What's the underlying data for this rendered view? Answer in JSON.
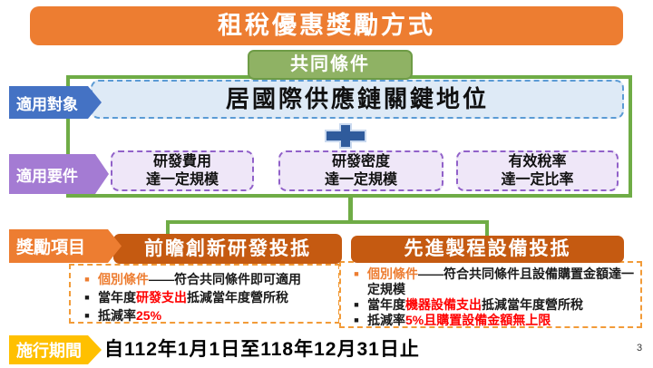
{
  "title": "租稅優惠獎勵方式",
  "common_condition_label": "共同條件",
  "target": {
    "label": "適用對象",
    "value": "居國際供應鏈關鍵地位"
  },
  "requirements": {
    "label": "適用要件",
    "items": [
      {
        "line1": "研發費用",
        "line2": "達一定規模"
      },
      {
        "line1": "研發密度",
        "line2": "達一定規模"
      },
      {
        "line1": "有效稅率",
        "line2": "達一定比率"
      }
    ]
  },
  "incentives": {
    "label": "獎勵項目",
    "items": [
      {
        "title": "前瞻創新研發投抵",
        "bullets": [
          {
            "marker_color": "#ED7D31",
            "segments": [
              {
                "text": "個別條件",
                "color": "#ED7D31"
              },
              {
                "text": "——符合共同條件即可適用",
                "color": "#1A1A1A"
              }
            ]
          },
          {
            "marker_color": "#1A1A1A",
            "segments": [
              {
                "text": "當年度",
                "color": "#1A1A1A"
              },
              {
                "text": "研發支出",
                "color": "#FF0000"
              },
              {
                "text": "抵減當年度營所稅",
                "color": "#1A1A1A"
              }
            ]
          },
          {
            "marker_color": "#1A1A1A",
            "segments": [
              {
                "text": "抵減率",
                "color": "#1A1A1A"
              },
              {
                "text": "25%",
                "color": "#FF0000"
              }
            ]
          }
        ]
      },
      {
        "title": "先進製程設備投抵",
        "bullets": [
          {
            "marker_color": "#ED7D31",
            "segments": [
              {
                "text": "個別條件",
                "color": "#ED7D31"
              },
              {
                "text": "——符合共同條件且設備購置金額達一定規模",
                "color": "#1A1A1A"
              }
            ]
          },
          {
            "marker_color": "#1A1A1A",
            "segments": [
              {
                "text": "當年度",
                "color": "#1A1A1A"
              },
              {
                "text": "機器設備支出",
                "color": "#FF0000"
              },
              {
                "text": "抵減當年度營所稅",
                "color": "#1A1A1A"
              }
            ]
          },
          {
            "marker_color": "#1A1A1A",
            "segments": [
              {
                "text": "抵減率",
                "color": "#1A1A1A"
              },
              {
                "text": "5%且購置設備金額無上限",
                "color": "#FF0000"
              }
            ]
          }
        ]
      }
    ]
  },
  "period": {
    "label": "施行期間",
    "value": "自112年1月1日至118年12月31日止"
  },
  "page_number": "3",
  "marker_glyph": "■",
  "colors": {
    "title_orange": "#ED7D31",
    "header_dark_orange": "#C55A11",
    "incentive_box_border": "#F29B38",
    "period_yellow": "#FFC000",
    "target_blue": "#4472C4",
    "plus_blue": "#2F5B9C",
    "target_fill": "#DEEAF6",
    "target_dash": "#5B9BD5",
    "frame_green": "#6FAC46",
    "common_fill": "#8FB264",
    "requirement_purple": "#A47BD3",
    "requirement_dash": "#9161C9",
    "requirement_fill": "#EFE7F8",
    "highlight_red": "#FF0000"
  }
}
